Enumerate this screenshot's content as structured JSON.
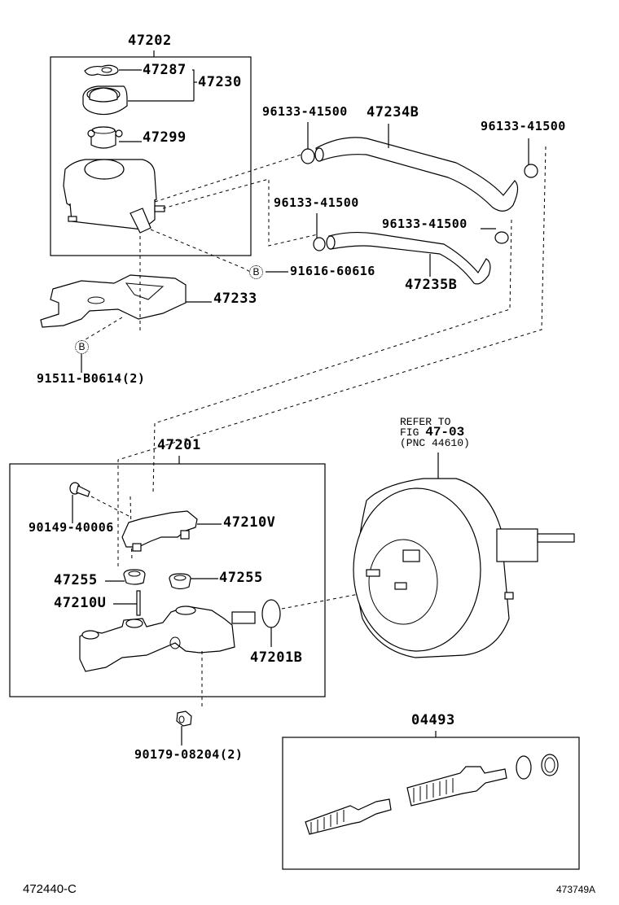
{
  "diagram": {
    "type": "exploded-parts-diagram",
    "subject": "brake master cylinder assembly",
    "groups": {
      "reservoir": "47202",
      "master_cylinder": "47201",
      "repair_kit": "04493"
    },
    "labels": {
      "p47202": "47202",
      "p47287": "47287",
      "p47230": "47230",
      "p47299": "47299",
      "p47233": "47233",
      "p91511": "91511-B0614(2)",
      "p91616": "91616-60616",
      "p96133_a": "96133-41500",
      "p47234b": "47234B",
      "p96133_b": "96133-41500",
      "p96133_c": "96133-41500",
      "p96133_d": "96133-41500",
      "p47235b": "47235B",
      "p47201": "47201",
      "p90149": "90149-40006",
      "p47210v": "47210V",
      "p47255_a": "47255",
      "p47255_b": "47255",
      "p47210u": "47210U",
      "p47201b": "47201B",
      "p90179": "90179-08204(2)",
      "p04493": "04493"
    },
    "callout_marker": "B",
    "refer_note": {
      "line1": "REFER TO",
      "line2_prefix": "FIG ",
      "line2_fig": "47-03",
      "line3": "(PNC 44610)"
    },
    "footer": {
      "left_code": "472440-C",
      "right_code": "473749A"
    }
  }
}
